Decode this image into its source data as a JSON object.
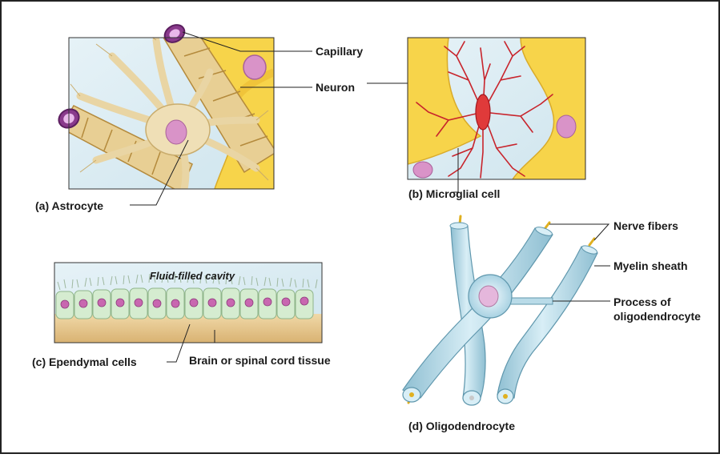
{
  "panels": {
    "astrocyte": {
      "label": "(a) Astrocyte",
      "callouts": {
        "capillary": "Capillary",
        "neuron": "Neuron"
      }
    },
    "microglial": {
      "label": "(b) Microglial cell"
    },
    "ependymal": {
      "label": "(c) Ependymal cells",
      "cavity": "Fluid-filled cavity",
      "tissue": "Brain or spinal cord tissue"
    },
    "oligodendrocyte": {
      "label": "(d) Oligodendrocyte",
      "callouts": {
        "nerve_fibers": "Nerve fibers",
        "myelin_sheath": "Myelin sheath",
        "process_line1": "Process of",
        "process_line2": "oligodendrocyte"
      }
    }
  },
  "colors": {
    "astrocyte_cell": "#efdfb6",
    "neuron_yellow": "#f7d44a",
    "capillary_ring": "#8a3a8c",
    "microglia_red": "#c8242c",
    "nucleus_pink": "#d993c8",
    "myelin_blue": "#b9dbe8",
    "ependymal_green": "#d5ecd0",
    "tissue_tan": "#e4c48a"
  }
}
